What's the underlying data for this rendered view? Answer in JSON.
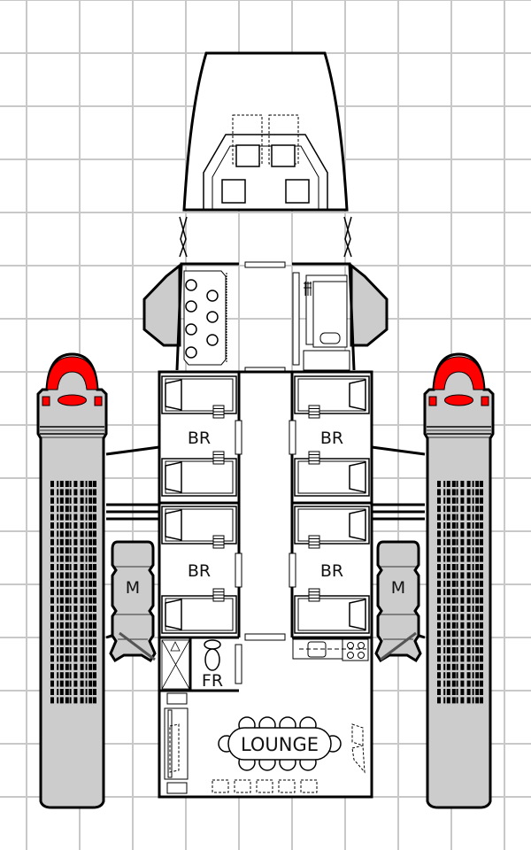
{
  "rooms": {
    "br_top_left": "BR",
    "br_top_right": "BR",
    "br_bottom_left": "BR",
    "br_bottom_right": "BR",
    "fresher": "FR",
    "lounge": "LOUNGE"
  },
  "pods": {
    "left": "M",
    "right": "M"
  },
  "colors": {
    "hull_gray": "#cccccc",
    "engine_red": "#ff0000",
    "grid": "#c8c8c8",
    "line": "#000000"
  }
}
